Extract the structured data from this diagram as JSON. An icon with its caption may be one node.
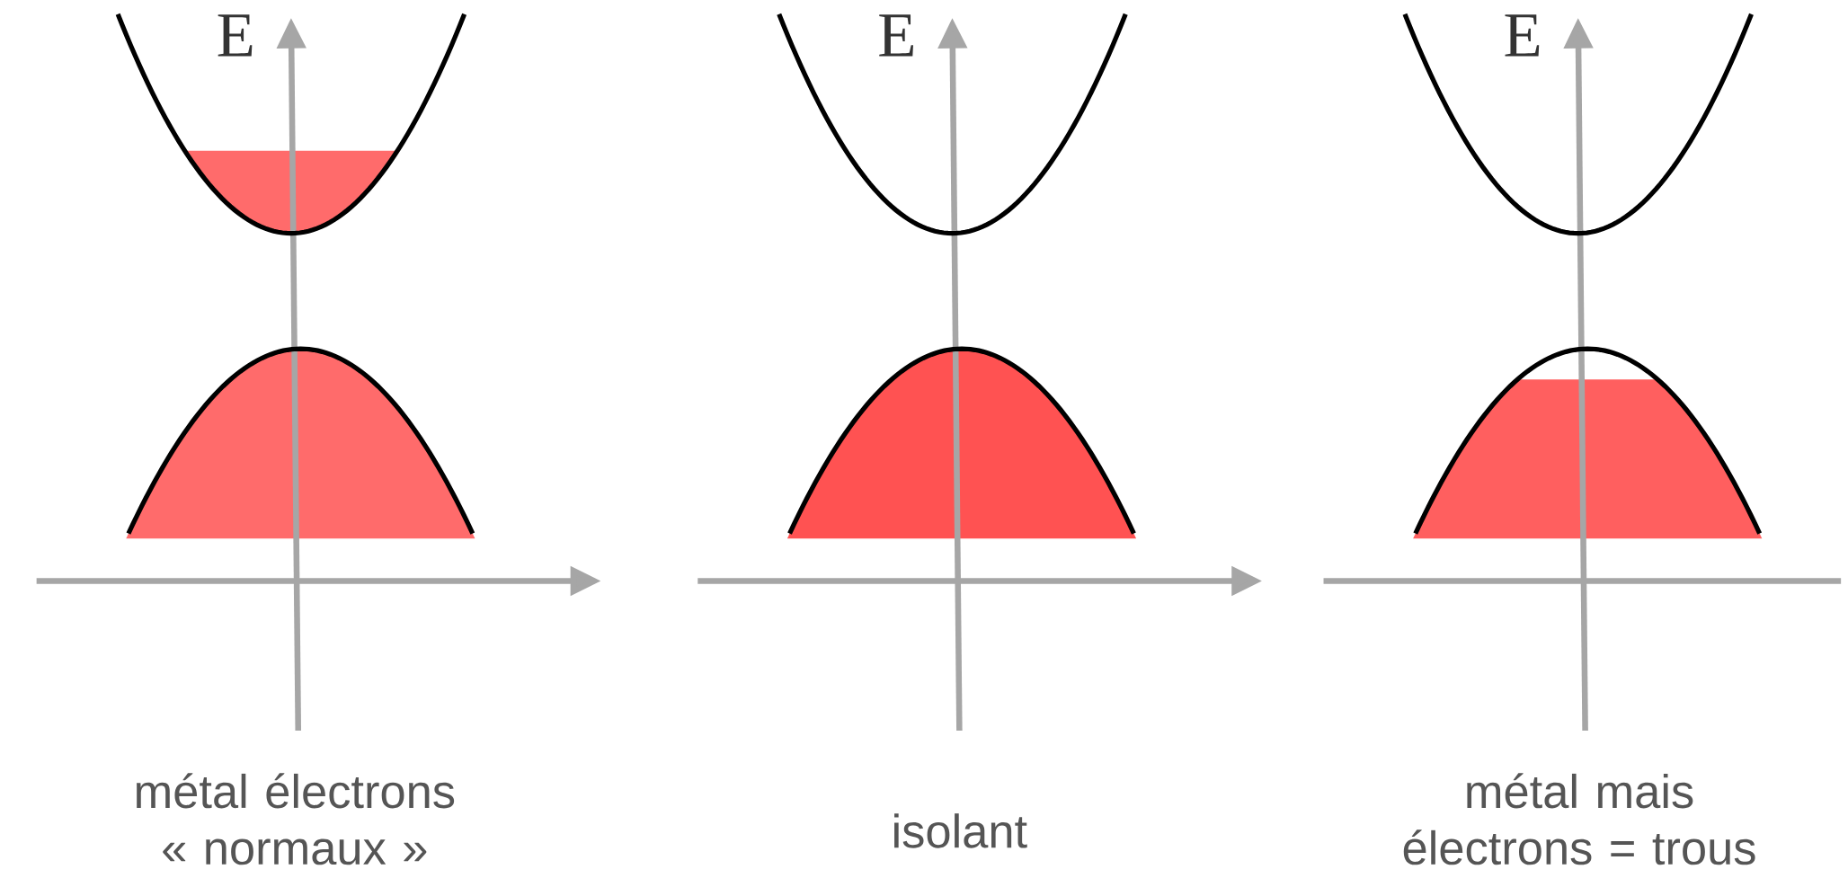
{
  "diagram": {
    "labels": [
      "E",
      "E",
      "E",
      "métal électrons « normaux »",
      "isolant",
      "métal mais électrons = trous"
    ]
  }
}
